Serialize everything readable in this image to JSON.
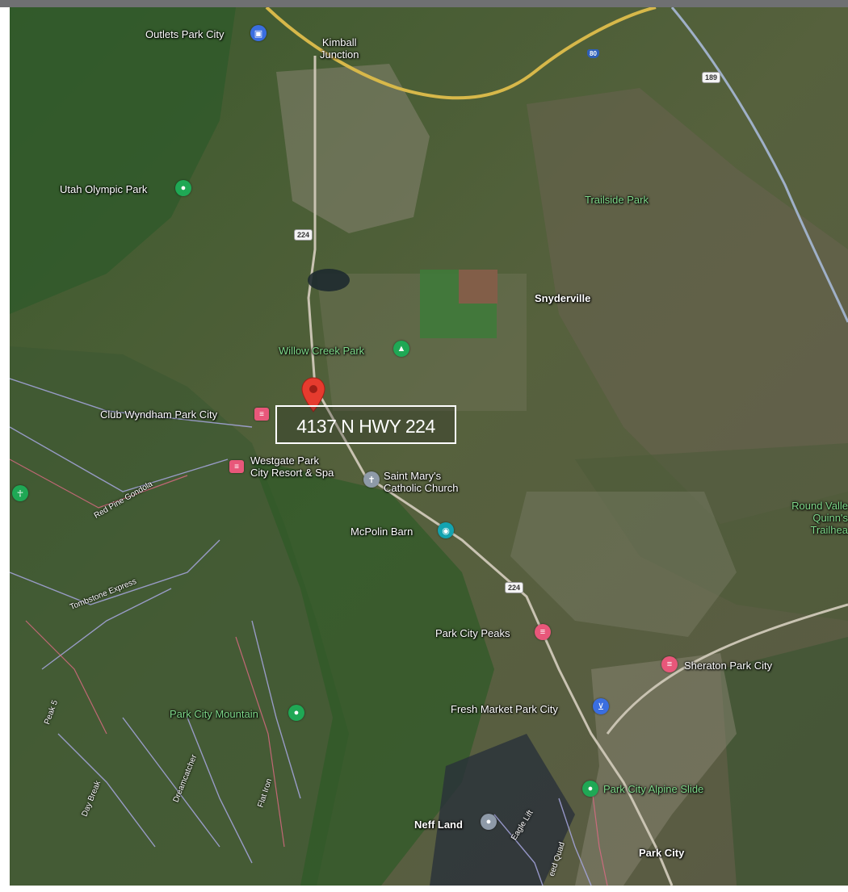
{
  "map": {
    "address": "4137 N HWY 224",
    "colors": {
      "marker": "#e63b2e",
      "park_label": "#7fd98a",
      "label": "#ffffff"
    },
    "places": {
      "outlets": "Outlets Park City",
      "kimball": "Kimball\nJunction",
      "olympic": "Utah Olympic Park",
      "trailside": "Trailside Park",
      "snyderville": "Snyderville",
      "willow": "Willow Creek Park",
      "wyndham": "Club Wyndham Park City",
      "westgate": "Westgate Park\nCity Resort & Spa",
      "stmary": "Saint Mary's\nCatholic Church",
      "mcpolin": "McPolin Barn",
      "round_valley": "Round Valle\nQuinn's Trailhea",
      "peaks": "Park City Peaks",
      "sheraton": "Sheraton Park City",
      "fresh_market": "Fresh Market Park City",
      "mountain": "Park City Mountain",
      "alpine_slide": "Park City Alpine Slide",
      "neff": "Neff Land",
      "park_city": "Park City"
    },
    "trails": {
      "red_pine": "Red Pine Gondola",
      "tombstone": "Tombstone Express",
      "peak5": "Peak 5",
      "day_break": "Day Break",
      "dreamcatcher": "Dreamcatcher",
      "flat_iron": "Flat Iron",
      "eagle_lift": "Eagle Lift",
      "speed_quad": "eed Quad"
    },
    "shields": {
      "i80": "80",
      "us189": "189",
      "sr224_north": "224",
      "sr224_south": "224"
    },
    "icons": {
      "outlets": "shopping-bag-icon",
      "olympic": "park-pin-icon",
      "willow": "tree-icon",
      "wyndham": "hotel-icon",
      "westgate": "hotel-icon",
      "stmary": "church-icon",
      "mcpolin": "camera-icon",
      "peaks": "hotel-icon",
      "sheraton": "hotel-icon",
      "fresh_market": "shopping-cart-icon",
      "mountain": "park-pin-icon",
      "alpine_slide": "park-pin-icon",
      "neff": "place-pin-icon",
      "hiker": "hiker-icon"
    }
  }
}
